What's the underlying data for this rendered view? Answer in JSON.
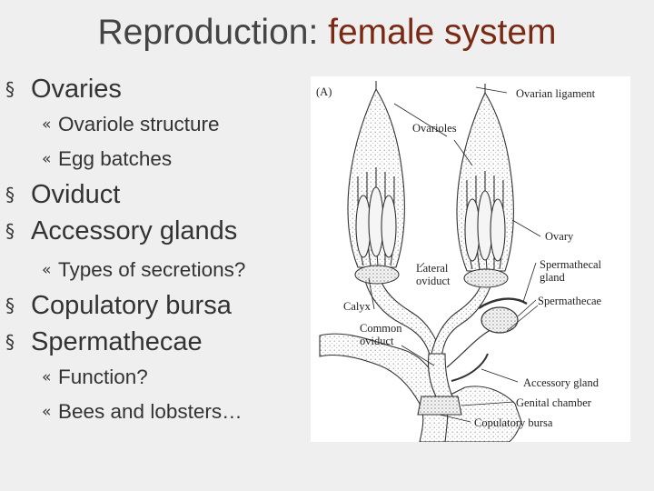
{
  "slide": {
    "title_plain": "Reproduction: ",
    "title_accent": "female system",
    "bullets": {
      "ovaries": "Ovaries",
      "ovariole_structure": "Ovariole structure",
      "egg_batches": "Egg batches",
      "oviduct": "Oviduct",
      "accessory_glands": "Accessory glands",
      "types_of_secretions": "Types of secretions?",
      "copulatory_bursa": "Copulatory bursa",
      "spermathecae": "Spermathecae",
      "function": "Function?",
      "bees_and_lobsters": "Bees and lobsters…"
    },
    "markers": {
      "level1": "§",
      "level2": "«"
    }
  },
  "diagram": {
    "panel": "(A)",
    "labels": {
      "ovarian_ligament": "Ovarian ligament",
      "ovarioles": "Ovarioles",
      "ovary": "Ovary",
      "lateral_oviduct": "Lateral\noviduct",
      "spermathecal_gland": "Spermathecal\ngland",
      "spermathecae": "Spermathecae",
      "calyx": "Calyx",
      "common_oviduct": "Common\noviduct",
      "accessory_gland": "Accessory  gland",
      "genital_chamber": "Genital  chamber",
      "copulatory_bursa": "Copulatory bursa"
    }
  },
  "colors": {
    "title_accent": "#7a2a14",
    "text": "#333333",
    "background": "#efefef"
  }
}
